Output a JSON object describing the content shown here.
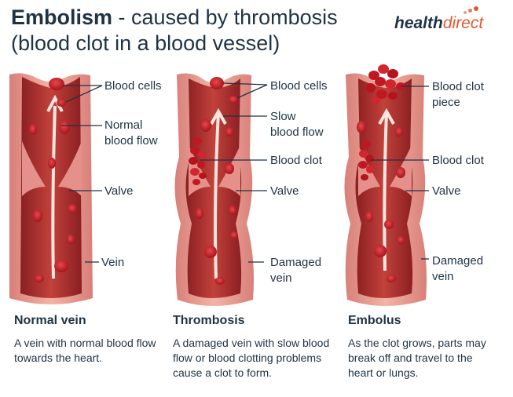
{
  "title": {
    "bold": "Embolism",
    "rest": " - caused by thrombosis",
    "line2": "(blood clot in a blood vessel)"
  },
  "logo": {
    "part1": "health",
    "part2": "direct"
  },
  "panels": [
    {
      "heading": "Normal vein",
      "text": "A vein with normal blood flow towards the heart.",
      "labels": [
        "Blood cells",
        "Normal",
        "blood flow",
        "Valve",
        "Vein"
      ]
    },
    {
      "heading": "Thrombosis",
      "text": "A damaged vein with slow blood flow or blood clotting problems cause a clot to form.",
      "labels": [
        "Blood cells",
        "Slow",
        "blood flow",
        "Blood clot",
        "Valve",
        "Damaged",
        "vein"
      ]
    },
    {
      "heading": "Embolus",
      "text": "As the clot grows, parts may break off and travel to the heart or lungs.",
      "labels": [
        "Blood clot",
        "piece",
        "Blood clot",
        "Valve",
        "Damaged",
        "vein"
      ]
    }
  ]
}
